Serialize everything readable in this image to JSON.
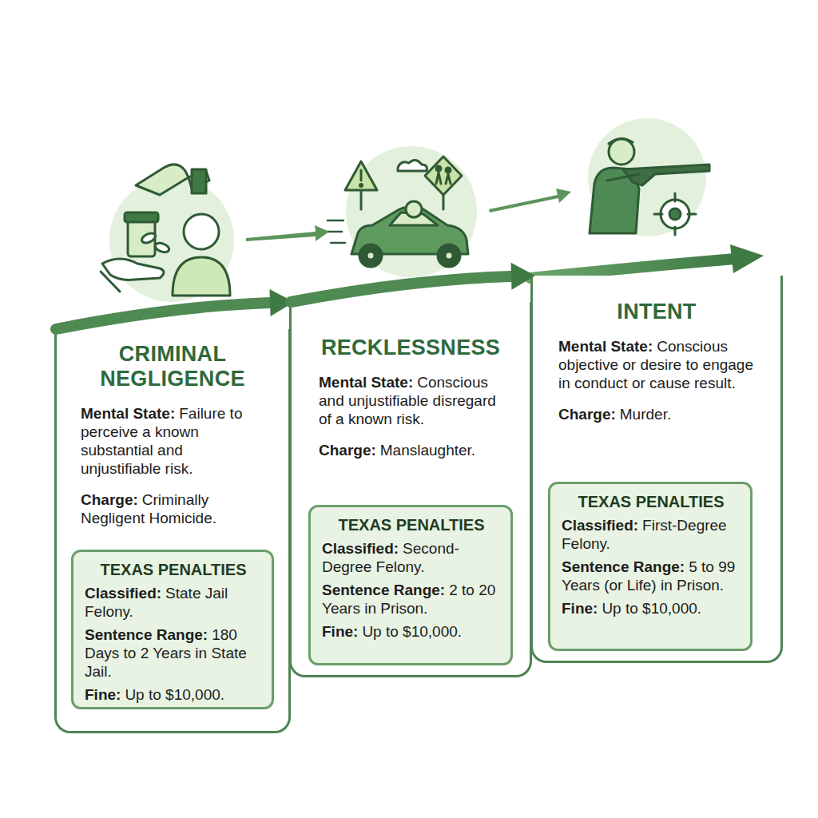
{
  "diagram": {
    "nodes": [
      {
        "text": [
          "CRIMINAL NEGLIGENCE",
          "Mental State:",
          "Failure to perceive a known substantial and unjustifiable risk.",
          "Charge:",
          "Criminally Negligent Homicide."
        ]
      },
      {
        "text": [
          "TEXAS PENALTIES",
          "Classified:",
          "State Jail Felony.",
          "Sentence Range:",
          "180 Days to 2 Years in State Jail.",
          "Fine:",
          "Up to $10,000."
        ],
        "in": 0
      },
      {
        "text": [
          "RECKLESSNESS",
          "Mental State:",
          "Conscious and unjustifiable disregard of a known risk.",
          "Charge:",
          "Manslaughter."
        ]
      },
      {
        "text": [
          "TEXAS PENALTIES",
          "Classified:",
          "Second-Degree Felony.",
          "Sentence Range:",
          "2 to 20 Years in Prison.",
          "Fine:",
          "Up to $10,000."
        ],
        "in": 2
      },
      {
        "text": [
          "INTENT",
          "Mental State:",
          "Conscious objective or desire to engage in conduct or cause result.",
          "Charge:",
          "Murder."
        ]
      },
      {
        "text": [
          "TEXAS PENALTIES",
          "Classified:",
          "First-Degree Felony.",
          "Sentence Range:",
          "5 to 99 Years (or Life) in Prison.",
          "Fine:",
          "Up to $10,000."
        ],
        "in": 4
      }
    ],
    "edges": [
      {
        "from": 0,
        "to": 2,
        "arrow": "to"
      },
      {
        "from": 2,
        "to": 4,
        "arrow": "to"
      }
    ]
  }
}
